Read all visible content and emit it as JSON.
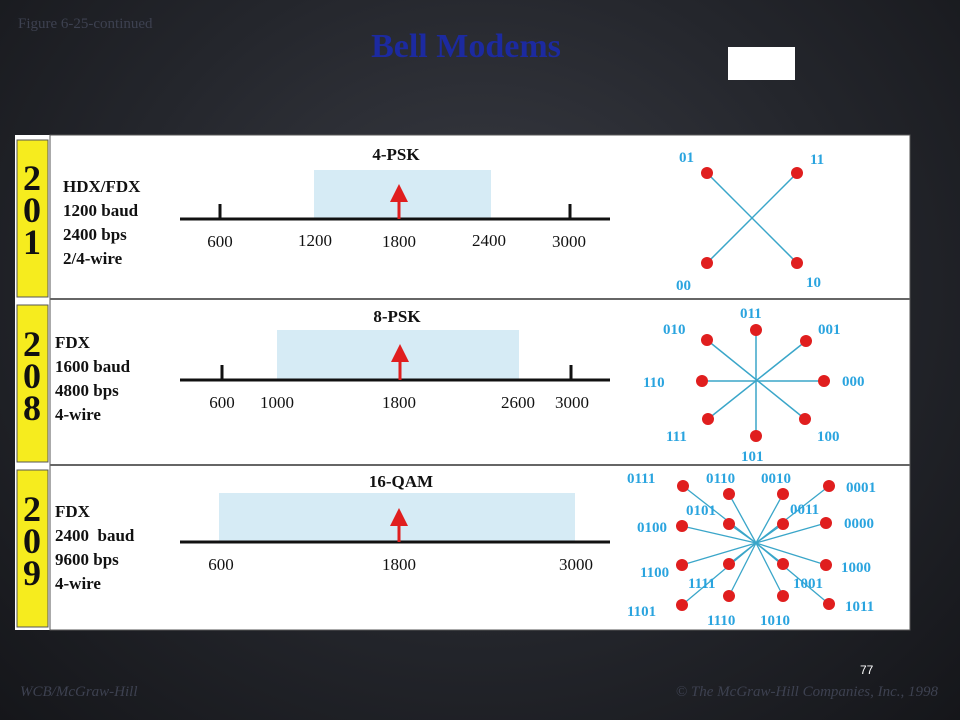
{
  "figure_caption": "Figure 6-25-continued",
  "title": "Bell Modems",
  "page_number": "77",
  "footer_left": "WCB/McGraw-Hill",
  "footer_right": "© The McGraw-Hill Companies, Inc., 1998",
  "colors": {
    "title": "#1c2aa0",
    "strip": "#f6ec1e",
    "band": "#d6ebf5",
    "arrow": "#e01e1e",
    "point": "#e01e1e",
    "line": "#3aa6c9",
    "label": "#2aa4df"
  },
  "modems": [
    {
      "digits": [
        "2",
        "0",
        "1"
      ],
      "specs": [
        "HDX/FDX",
        "1200 baud",
        "2400 bps",
        "2/4-wire"
      ],
      "modulation": "4-PSK",
      "tick_labels": [
        "600",
        "1200",
        "1800",
        "2400",
        "3000"
      ],
      "constellation": [
        "01",
        "11",
        "00",
        "10"
      ]
    },
    {
      "digits": [
        "2",
        "0",
        "8"
      ],
      "specs": [
        "FDX",
        "1600 baud",
        "4800 bps",
        "4-wire"
      ],
      "modulation": "8-PSK",
      "tick_labels": [
        "600",
        "1000",
        "1800",
        "2600",
        "3000"
      ],
      "constellation": [
        "011",
        "010",
        "001",
        "110",
        "000",
        "111",
        "100",
        "101"
      ]
    },
    {
      "digits": [
        "2",
        "0",
        "9"
      ],
      "specs": [
        "FDX",
        "2400  baud",
        "9600 bps",
        "4-wire"
      ],
      "modulation": "16-QAM",
      "tick_labels": [
        "600",
        "1800",
        "3000"
      ],
      "constellation": [
        "0111",
        "0110",
        "0010",
        "0001",
        "0101",
        "0011",
        "0100",
        "0000",
        "1100",
        "1111",
        "1001",
        "1000",
        "1101",
        "1110",
        "1010",
        "1011"
      ]
    }
  ]
}
